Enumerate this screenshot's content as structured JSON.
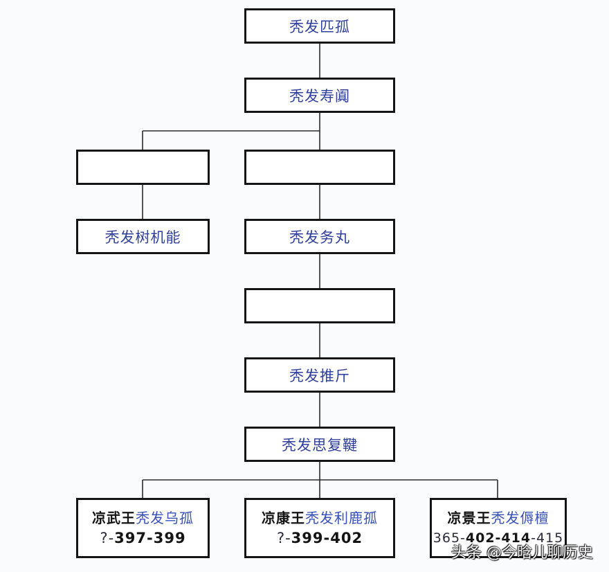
{
  "diagram": {
    "type": "family-tree",
    "nodes": {
      "n1": {
        "label": "秃发匹孤"
      },
      "n2": {
        "label": "秃发寿阗"
      },
      "n3_left_blank": {
        "label": ""
      },
      "n3_right_blank": {
        "label": ""
      },
      "n4_left": {
        "label": "秃发树机能"
      },
      "n4_right": {
        "label": "秃发务丸"
      },
      "n5_blank": {
        "label": ""
      },
      "n6": {
        "label": "秃发推斤"
      },
      "n7": {
        "label": "秃发思复鞬"
      },
      "ruler1": {
        "title_prefix": "凉武王",
        "name": "秃发乌孤",
        "years_prefix": "?-",
        "years_main": "397-399"
      },
      "ruler2": {
        "title_prefix": "凉康王",
        "name": "秃发利鹿孤",
        "years_prefix": "?-",
        "years_main": "399-402"
      },
      "ruler3": {
        "title_prefix": "凉景王",
        "name": "秃发傉檀",
        "years_prefix": "365-",
        "years_main": "402-414",
        "years_suffix": "-415"
      }
    },
    "edges": [
      [
        "n1",
        "n2"
      ],
      [
        "n2",
        "n3_left_blank"
      ],
      [
        "n2",
        "n3_right_blank"
      ],
      [
        "n3_left_blank",
        "n4_left"
      ],
      [
        "n3_right_blank",
        "n4_right"
      ],
      [
        "n4_right",
        "n5_blank"
      ],
      [
        "n5_blank",
        "n6"
      ],
      [
        "n6",
        "n7"
      ],
      [
        "n7",
        "ruler1"
      ],
      [
        "n7",
        "ruler2"
      ],
      [
        "n7",
        "ruler3"
      ]
    ]
  },
  "watermark": "头条 @今晗儿聊历史",
  "colors": {
    "node_text": "#2f3f9e",
    "ruler_name": "#3550b8",
    "border": "#141414",
    "background": "#fafbfd"
  }
}
